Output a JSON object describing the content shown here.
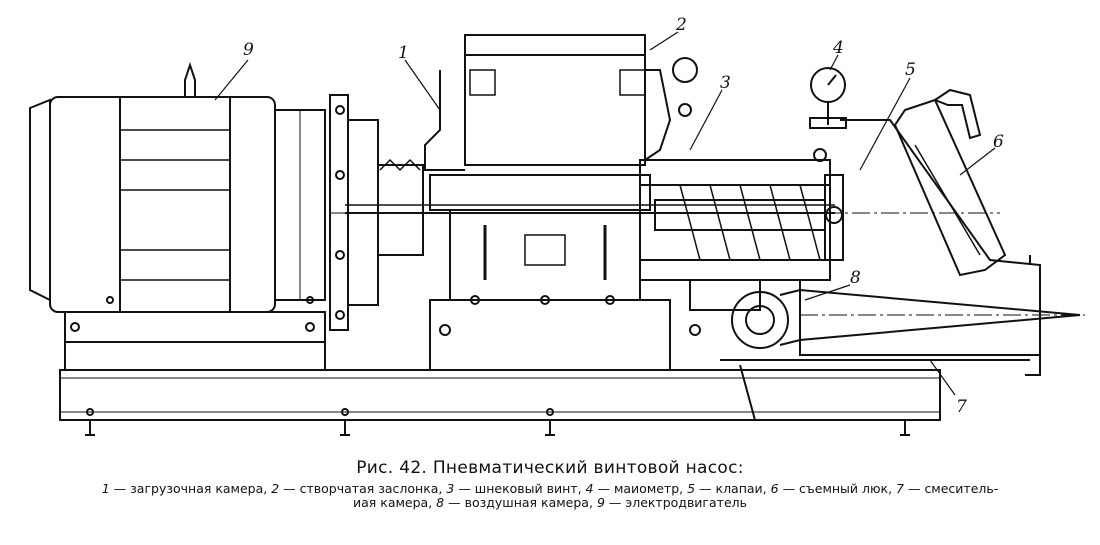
{
  "figure": {
    "callouts": [
      {
        "id": "1",
        "label": "1"
      },
      {
        "id": "2",
        "label": "2"
      },
      {
        "id": "3",
        "label": "3"
      },
      {
        "id": "4",
        "label": "4"
      },
      {
        "id": "5",
        "label": "5"
      },
      {
        "id": "6",
        "label": "6"
      },
      {
        "id": "7",
        "label": "7"
      },
      {
        "id": "8",
        "label": "8"
      },
      {
        "id": "9",
        "label": "9"
      }
    ]
  },
  "caption": {
    "title": "Рис. 42. Пневматический винтовой насос:",
    "legend": [
      {
        "num": "1",
        "text": "загрузочная камера,"
      },
      {
        "num": "2",
        "text": "створчатая заслонка,"
      },
      {
        "num": "3",
        "text": "шнековый винт,"
      },
      {
        "num": "4",
        "text": "маиометр,"
      },
      {
        "num": "5",
        "text": "клапаи,"
      },
      {
        "num": "6",
        "text": "съемный люк,"
      },
      {
        "num": "7",
        "text": "смеситель-"
      }
    ],
    "legend_line2_prefix": "иая камера,",
    "legend_line2": [
      {
        "num": "8",
        "text": "воздушная камера,"
      },
      {
        "num": "9",
        "text": "электродвигатель"
      }
    ]
  }
}
